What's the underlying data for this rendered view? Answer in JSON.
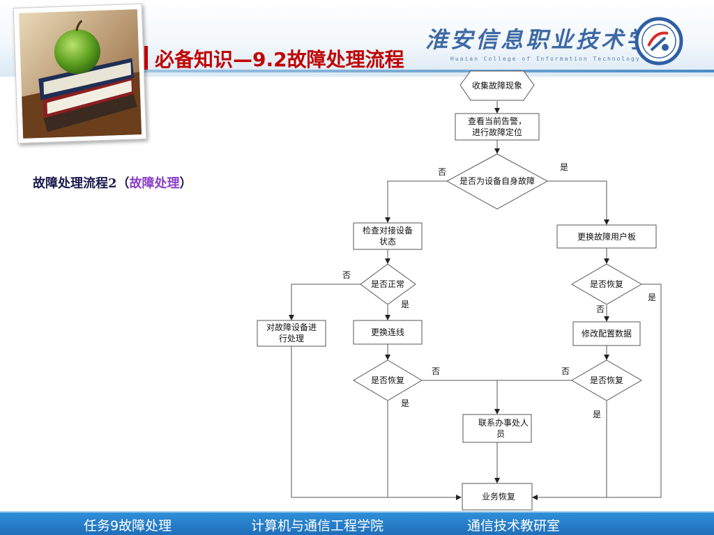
{
  "header": {
    "title": "必备知识—9.2故障处理流程",
    "college_name_cn": "淮安信息职业技术学院",
    "college_name_en": "Huaian College of Information Technology"
  },
  "subtitle": {
    "prefix": "故障处理流程2（",
    "highlight": "故障处理",
    "suffix": "）"
  },
  "flowchart": {
    "nodes": {
      "collect": "收集故障现象",
      "check_alarm_1": "查看当前告警，",
      "check_alarm_2": "进行故障定位",
      "self_fault": "是否为设备自身故障",
      "check_peer_1": "检查对接设备",
      "check_peer_2": "状态",
      "replace_board": "更换故障用户板",
      "is_normal": "是否正常",
      "is_recovered_right": "是否恢复",
      "handle_peer_1": "对故障设备进",
      "handle_peer_2": "行处理",
      "replace_cable": "更换连线",
      "modify_config": "修改配置数据",
      "is_recovered_left": "是否恢复",
      "is_recovered_right2": "是否恢复",
      "contact_1": "联系办事处人",
      "contact_2": "员",
      "service_restored": "业务恢复"
    },
    "labels": {
      "yes": "是",
      "no": "否"
    }
  },
  "footer": {
    "task": "任务9故障处理",
    "school": "计算机与通信工程学院",
    "dept": "通信技术教研室"
  },
  "colors": {
    "title": "#c00000",
    "footer": "#2a86d0",
    "highlight": "#8b3fc9"
  }
}
